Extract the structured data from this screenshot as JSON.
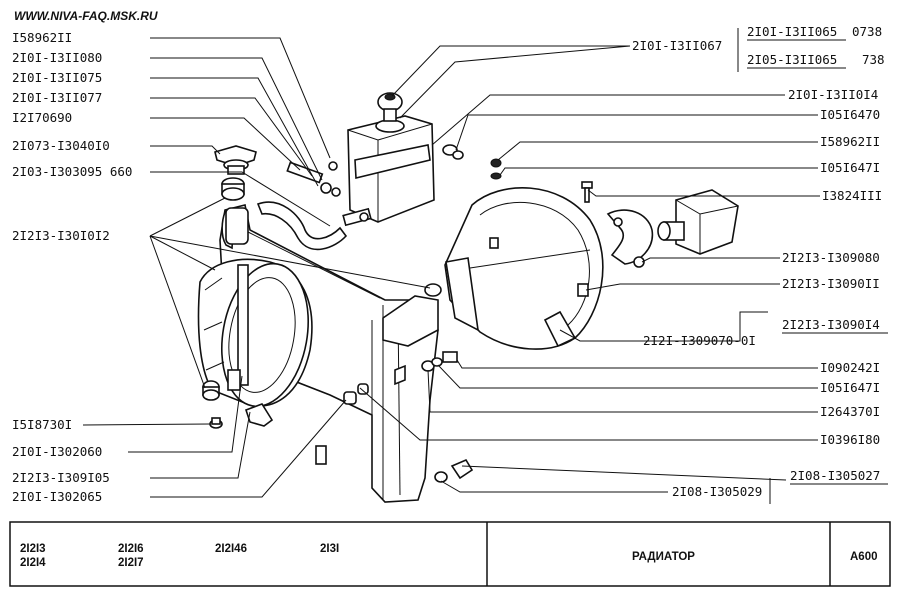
{
  "site": "WWW.NIVA-FAQ.MSK.RU",
  "labels": {
    "l1": "I58962II",
    "l2": "2I0I-I3II080",
    "l3": "2I0I-I3II075",
    "l4": "2I0I-I3II077",
    "l5": "I2I70690",
    "l6": "2I073-I3040I0",
    "l7": "2I03-I303095 660",
    "l8": "2I2I3-I30I0I2",
    "l9": "I5I8730I",
    "l10": "2I0I-I302060",
    "l11": "2I2I3-I309I05",
    "l12": "2I0I-I302065",
    "r0": "2I0I-I3II067",
    "r0a": "2I0I-I3II065",
    "r0a_qty": "0738",
    "r0b": "2I05-I3II065",
    "r0b_qty": "738",
    "r1": "2I0I-I3II0I4",
    "r2": "I05I6470",
    "r3": "I58962II",
    "r4": "I05I647I",
    "r5": "I3824III",
    "r6": "2I2I3-I309080",
    "r7": "2I2I3-I3090II",
    "r8": "2I2I3-I3090I4",
    "r9": "2I2I-I309070-0I",
    "r10": "I090242I",
    "r11": "I05I647I",
    "r12": "I264370I",
    "r13": "I0396I80",
    "r14": "2I08-I305027",
    "r15": "2I08-I305029"
  },
  "title_block": {
    "models": [
      "2I2I3",
      "2I2I4",
      "2I2I6",
      "2I2I7",
      "2I2I46",
      "2I3I"
    ],
    "title": "РАДИАТОР",
    "code": "A600"
  }
}
